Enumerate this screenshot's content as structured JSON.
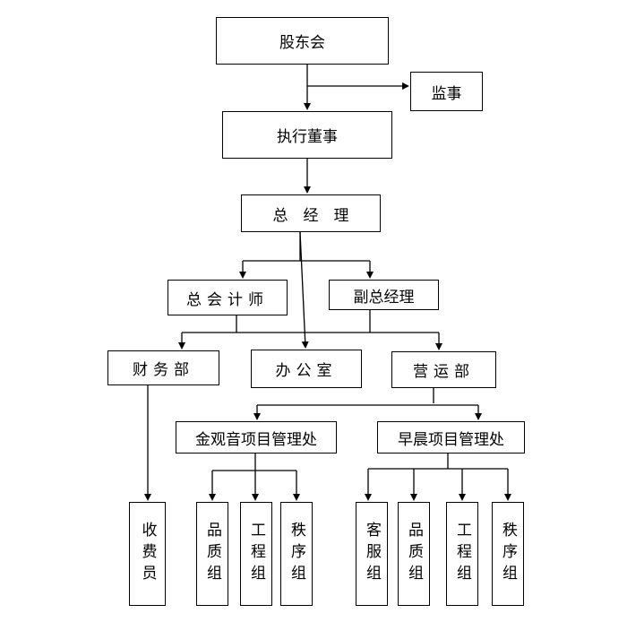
{
  "shareholders": "股东会",
  "supervisor": "监事",
  "executive_director": "执行董事",
  "general_manager": "总　经　理",
  "chief_accountant": "总会计师",
  "deputy_gm": "副总经理",
  "finance_dept": "财务部",
  "office": "办公室",
  "operations_dept": "营运部",
  "jinguanyin_office": "金观音项目管理处",
  "zaochen_office": "早晨项目管理处",
  "cashier": "收费员",
  "jgy_groups": [
    "品质组",
    "工程组",
    "秩序组"
  ],
  "zc_groups": [
    "客服组",
    "品质组",
    "工程组",
    "秩序组"
  ]
}
